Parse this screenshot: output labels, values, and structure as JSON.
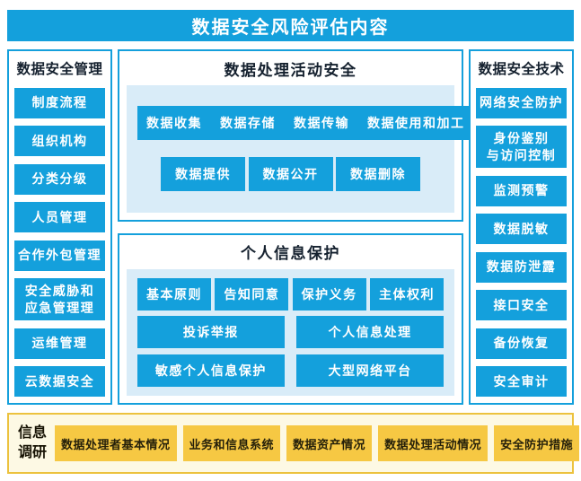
{
  "theme": {
    "blue": "#14a0dc",
    "panel-blue": "#d9ecf8",
    "title-dark": "#14202e",
    "gold": "#f6c843",
    "cream": "#fdf9e4",
    "gold-border": "#ecc23e",
    "bottom-text": "#25200a"
  },
  "header": {
    "title": "数据安全风险评估内容"
  },
  "left_panel": {
    "title": "数据安全管理",
    "items": [
      "制度流程",
      "组织机构",
      "分类分级",
      "人员管理",
      "合作外包管理",
      "安全威胁和\n应急管理理",
      "运维管理",
      "云数据安全"
    ]
  },
  "center_top": {
    "title": "数据处理活动安全",
    "row1": [
      "数据收集",
      "数据存储",
      "数据传输",
      "数据使用和加工"
    ],
    "row2": [
      "数据提供",
      "数据公开",
      "数据删除"
    ]
  },
  "center_bottom": {
    "title": "个人信息保护",
    "row1": [
      "基本原则",
      "告知同意",
      "保护义务",
      "主体权利"
    ],
    "row2": [
      "投诉举报",
      "个人信息处理"
    ],
    "row3": [
      "敏感个人信息保护",
      "大型网络平台"
    ]
  },
  "right_panel": {
    "title": "数据安全技术",
    "items": [
      "网络安全防护",
      "身份鉴别\n与访问控制",
      "监测预警",
      "数据脱敏",
      "数据防泄露",
      "接口安全",
      "备份恢复",
      "安全审计"
    ]
  },
  "bottom_bar": {
    "label": "信息\n调研",
    "items": [
      "数据处理者基本情况",
      "业务和信息系统",
      "数据资产情况",
      "数据处理活动情况",
      "安全防护措施"
    ]
  }
}
